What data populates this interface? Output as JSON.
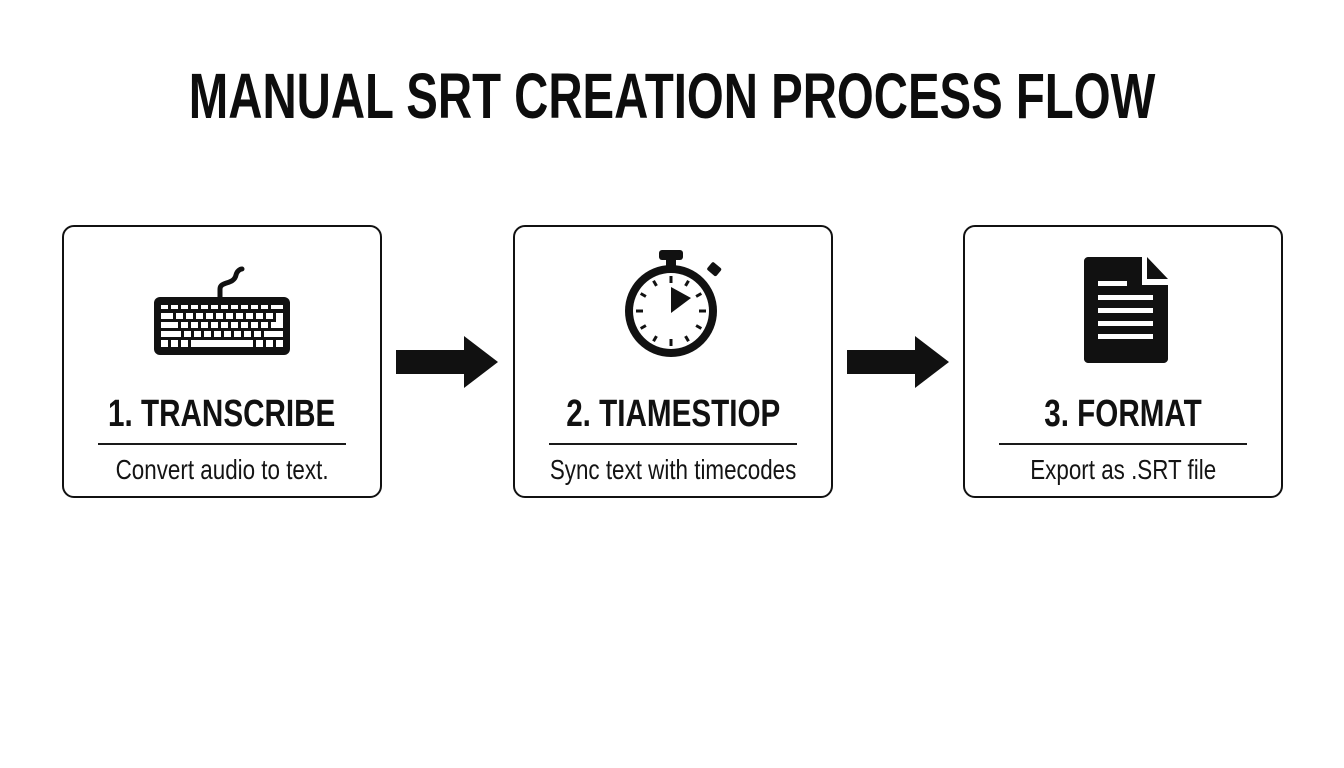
{
  "title": "MANUAL SRT CREATION PROCESS FLOW",
  "steps": [
    {
      "number": "1",
      "heading": "1. TRANSCRIBE",
      "description": "Convert audio to text.",
      "icon": "keyboard-icon"
    },
    {
      "number": "2",
      "heading": "2. TIAMESTIOP",
      "description": "Sync text with timecodes",
      "icon": "stopwatch-icon"
    },
    {
      "number": "3",
      "heading": "3. FORMAT",
      "description": "Export as .SRT file",
      "icon": "document-icon"
    }
  ],
  "connectors": [
    {
      "from": "1",
      "to": "2",
      "icon": "arrow-right-icon"
    },
    {
      "from": "2",
      "to": "3",
      "icon": "arrow-right-icon"
    }
  ],
  "colors": {
    "background": "#ffffff",
    "ink": "#111111"
  }
}
